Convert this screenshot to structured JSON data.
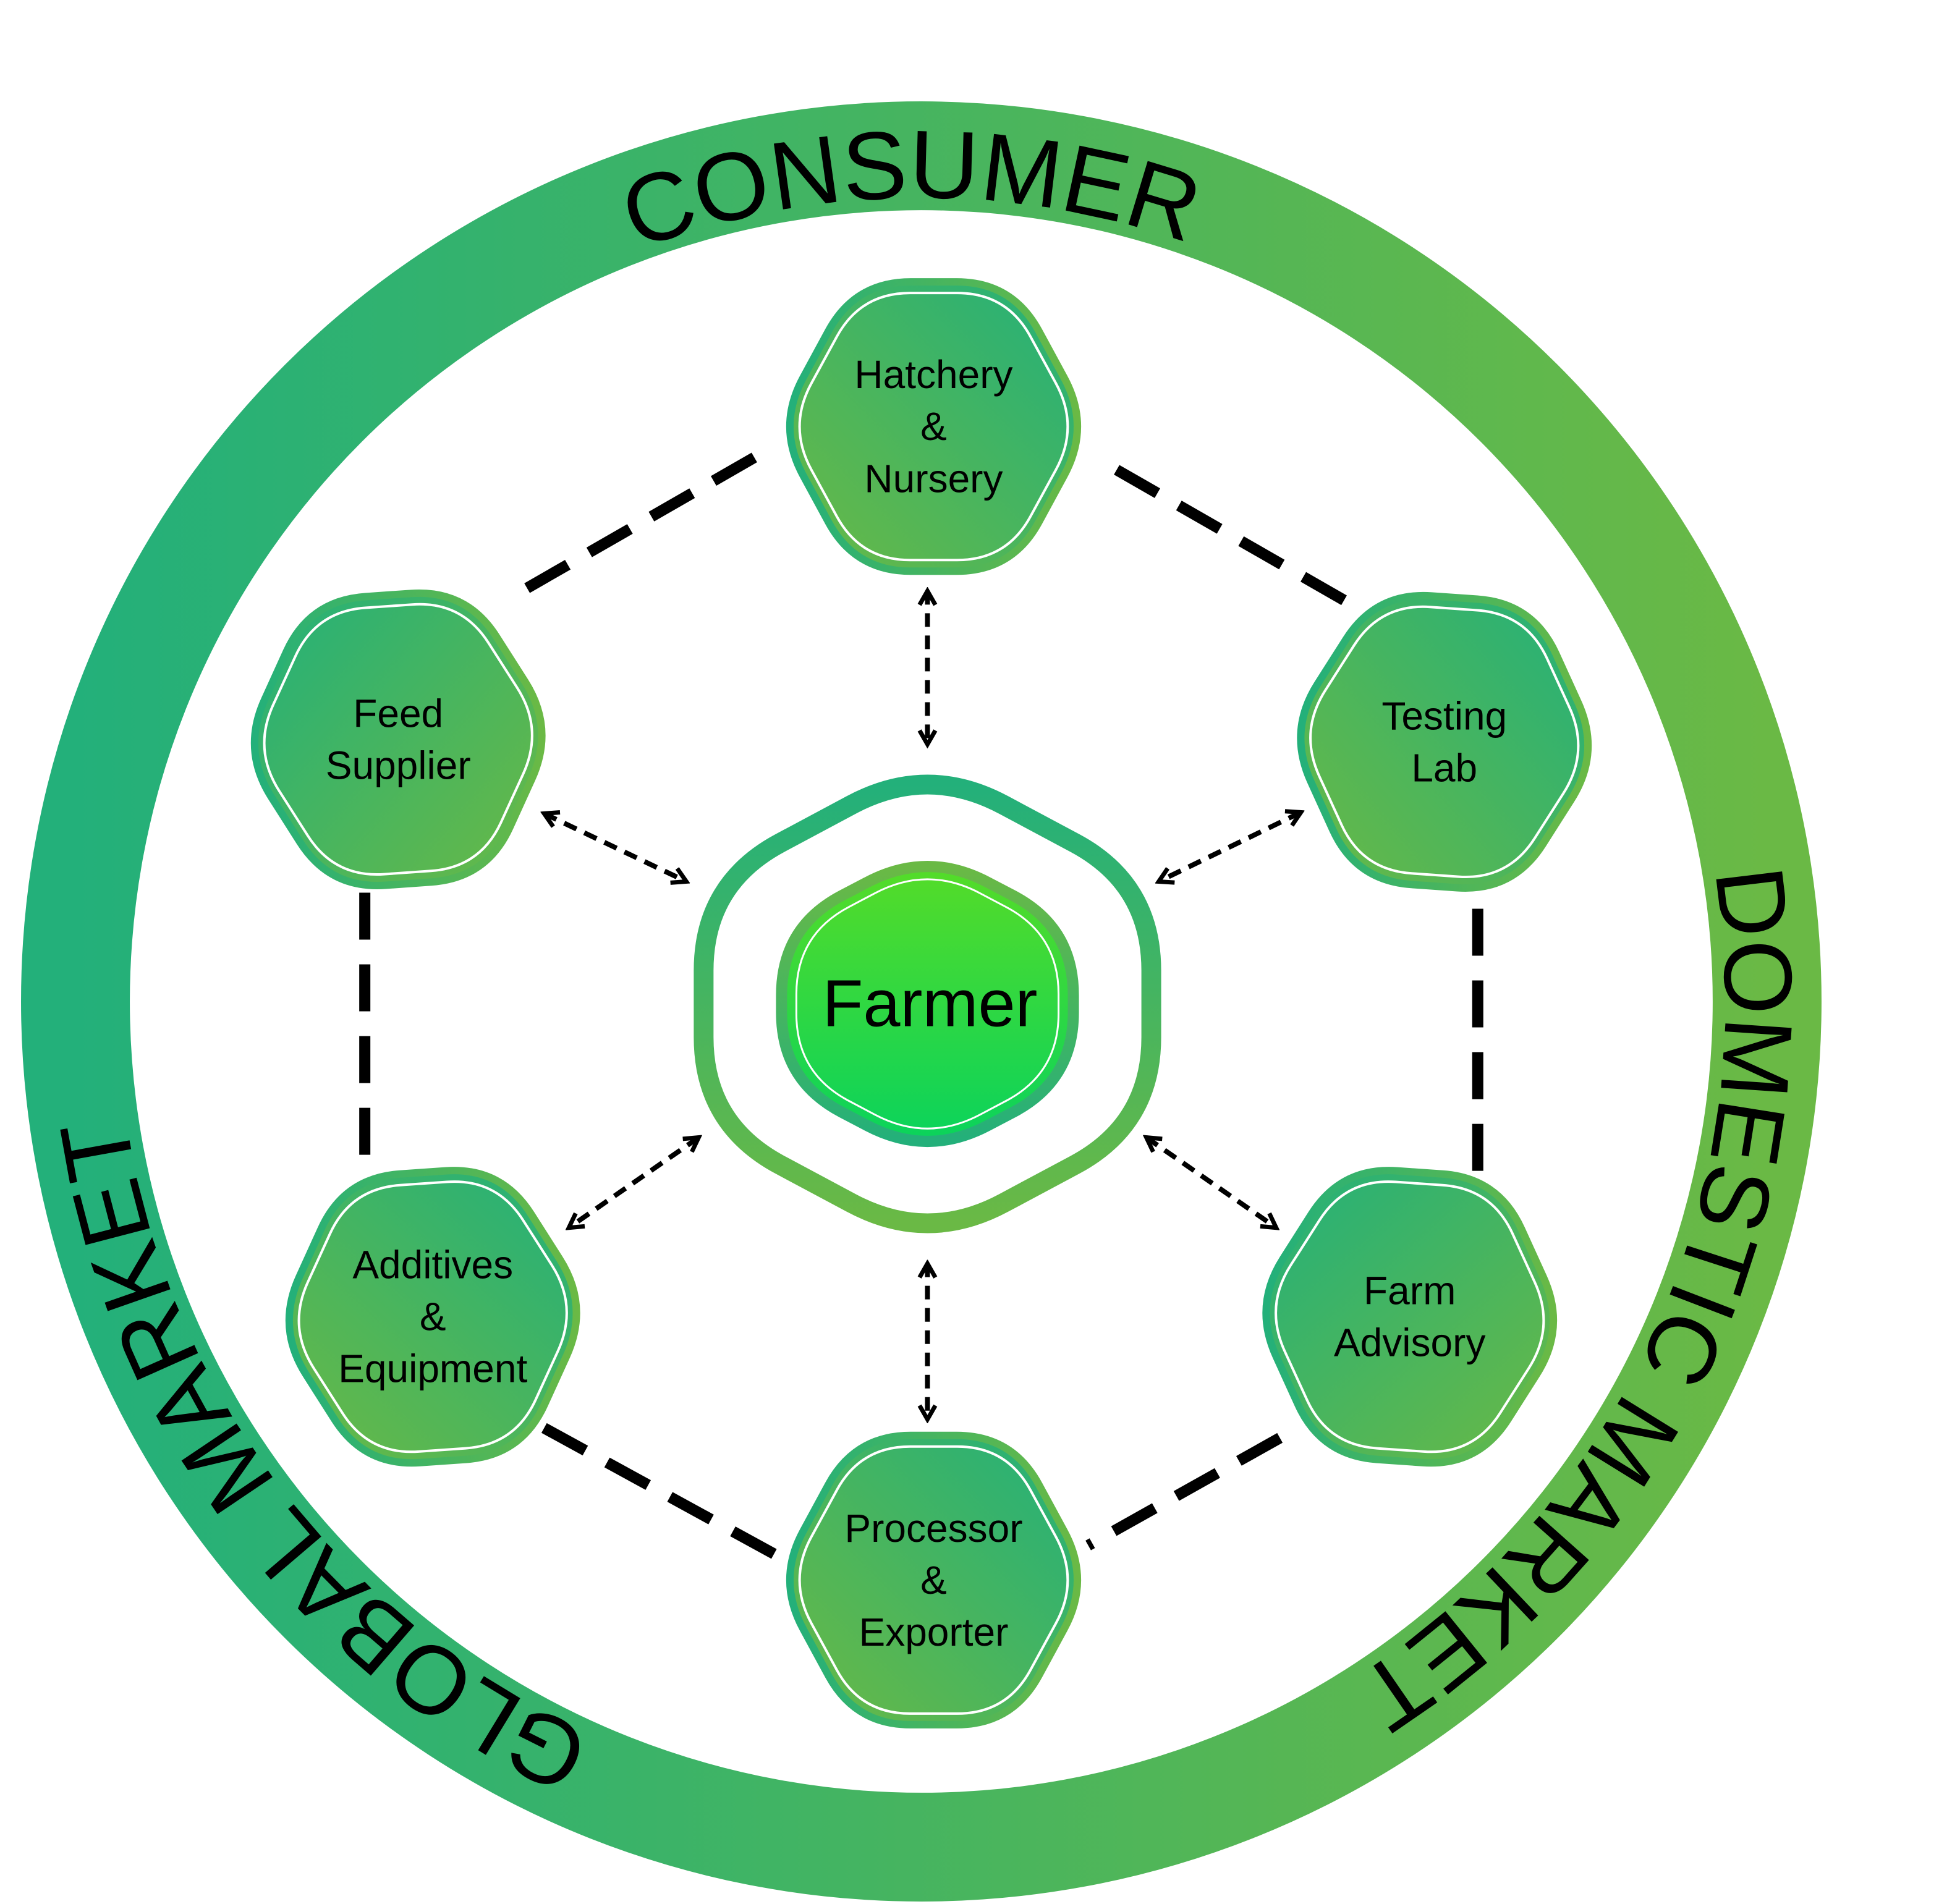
{
  "ring": {
    "top_label": "CONSUMER",
    "right_label": "DOMESTIC MARKET",
    "left_label": "GLOBAL MARKET"
  },
  "center": {
    "label": "Farmer"
  },
  "nodes": [
    {
      "id": "hatchery",
      "lines": [
        "Hatchery",
        "&",
        "Nursery"
      ]
    },
    {
      "id": "feed",
      "lines": [
        "Feed",
        "Supplier"
      ]
    },
    {
      "id": "testing",
      "lines": [
        "Testing",
        "Lab"
      ]
    },
    {
      "id": "additives",
      "lines": [
        "Additives",
        "&",
        "Equipment"
      ]
    },
    {
      "id": "advisory",
      "lines": [
        "Farm",
        "Advisory"
      ]
    },
    {
      "id": "processor",
      "lines": [
        "Processor",
        "&",
        "Exporter"
      ]
    }
  ],
  "colors": {
    "teal": "#23b07a",
    "leaf": "#6ab945",
    "farmer_top": "#55dc28",
    "farmer_bottom": "#0ad35c"
  }
}
